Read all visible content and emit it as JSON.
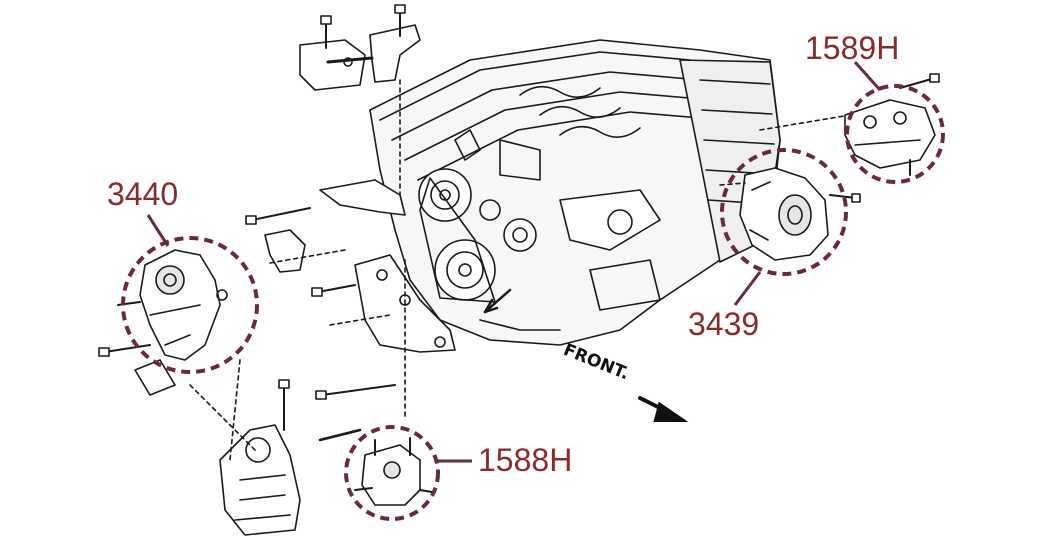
{
  "callouts": {
    "c1589h": "1589H",
    "c3440": "3440",
    "c3439": "3439",
    "c1588h": "1588H"
  },
  "front_label": "FRONT.",
  "colors": {
    "callout_text": "#8b2a2a",
    "dashed_ring": "#6b2a3a",
    "line_art": "#1a1a1a"
  }
}
